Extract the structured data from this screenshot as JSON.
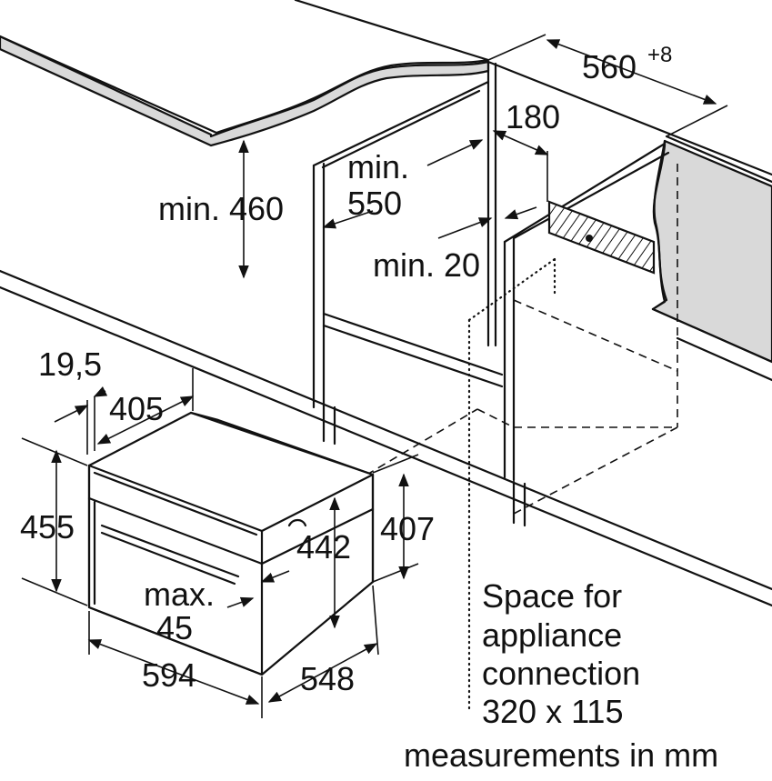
{
  "drawing": {
    "dimensions": {
      "niche_width": "560",
      "niche_width_tolerance": "+8",
      "vent_offset": "180",
      "cabinet_depth_prefix": "min.",
      "cabinet_depth": "550",
      "worktop_height": "min. 460",
      "rear_gap": "min. 20",
      "trim_depth": "19,5",
      "door_depth": "405",
      "front_height": "455",
      "body_height": "442",
      "rear_height": "407",
      "control_gap_prefix": "max.",
      "control_gap": "45",
      "front_width": "594",
      "body_depth": "548"
    },
    "connection_note": {
      "line1": "Space for",
      "line2": "appliance",
      "line3": "connection",
      "line4": "320 x 115"
    },
    "units_note": "measurements in mm"
  }
}
